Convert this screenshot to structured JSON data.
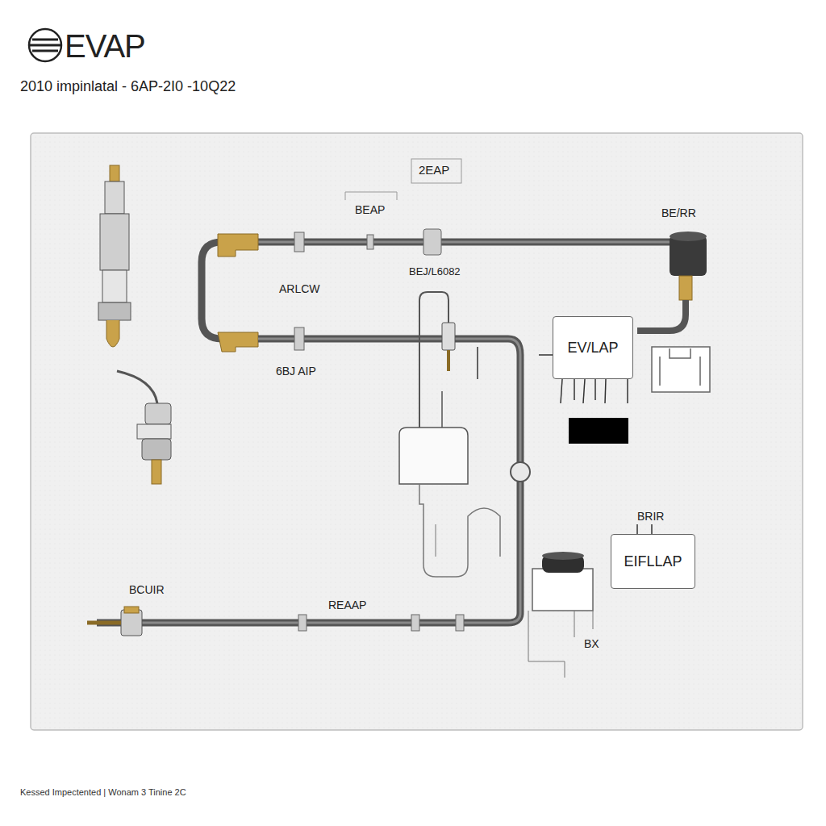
{
  "diagram": {
    "title": "EVAP",
    "caption": "Kessed Impectented | Wonam 3 Tinine 2C",
    "nodes": [
      {
        "text": [
          "EV/LAP"
        ]
      },
      {
        "text": [
          "EIFLLAP"
        ]
      }
    ],
    "labels": [
      "2010 impinlatal - 6AP-2I0 -10Q22",
      "2EAP",
      "BEAP",
      "BE/RR",
      "ARLCW",
      "BEJ/L6082",
      "6BJ AIP",
      "BRIR",
      "BX",
      "BCUIR",
      "REAAP"
    ]
  }
}
